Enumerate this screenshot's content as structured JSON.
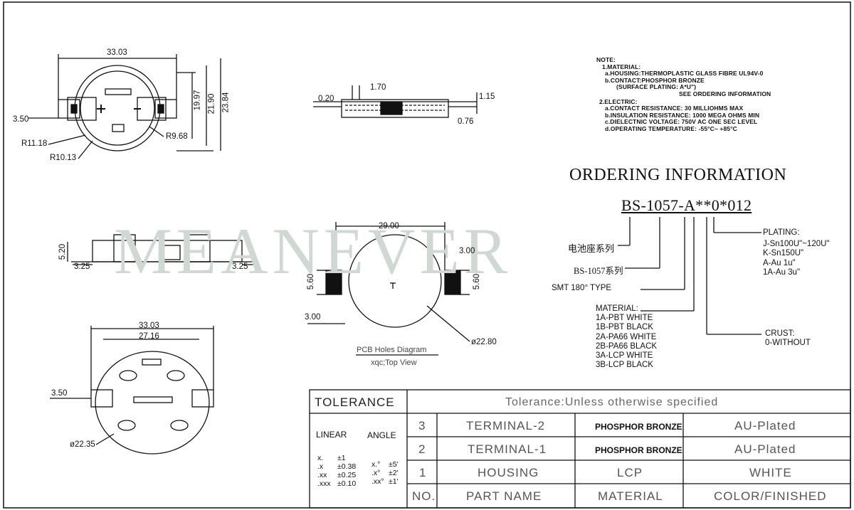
{
  "watermark": "MEANEVER",
  "notes": {
    "heading": "NOTE:",
    "lines": [
      "1.MATERIAL:",
      "a.HOUSING:THERMOPLASTIC GLASS FIBRE UL94V-0",
      "b.CONTACT:PHOSPHOR BRONZE",
      "(SURFACE PLATING: A*U\")",
      "SEE ORDERING INFORMATION",
      "2.ELECTRIC:",
      "a.CONTACT RESISTANCE: 30 MILLIOHMS MAX",
      "b.INSULATION RESISTANCE: 1000 MEGA OHMS MIN",
      "c.DIELECTNIC VOLTAGE: 750V AC ONE SEC LEVEL",
      "d.OPERATING TEMPERATURE: -55°C~ +85°C"
    ]
  },
  "ordering": {
    "title": "ORDERING INFORMATION",
    "code": "BS-1057-A**0*012",
    "series_cn": "电池座系列",
    "series_code": "BS-1057系列",
    "smt": "SMT 180° TYPE",
    "material_heading": "MATERIAL:",
    "materials": [
      "1A-PBT WHITE",
      "1B-PBT BLACK",
      "2A-PA66 WHITE",
      "2B-PA66 BLACK",
      "3A-LCP WHITE",
      "3B-LCP BLACK"
    ],
    "crust_heading": "CRUST:",
    "crust": [
      "0-WITHOUT"
    ],
    "plating_heading": "PLATING:",
    "plating": [
      "J-Sn100U\"~120U\"",
      "K-Sn150U\"",
      "A-Au 1u\"",
      "1A-Au 3u\""
    ]
  },
  "dimensions": {
    "top_view": [
      "33.03",
      "3.50",
      "19.97",
      "21.90",
      "23.84",
      "R11.18",
      "R9.68",
      "R10.13"
    ],
    "side_view": [
      "0.20",
      "1.70",
      "1.15",
      "0.76"
    ],
    "front_view": [
      "5.20",
      "3.25",
      "3.25"
    ],
    "pcb": [
      "29.00",
      "3.00",
      "5.60",
      "5.60",
      "3.00",
      "ø22.80"
    ],
    "bottom_view": [
      "33.03",
      "27.16",
      "3.50",
      "ø22.35"
    ]
  },
  "pcb_caption": "PCB Holes Diagram",
  "pcb_subcaption": "xqc;Top View",
  "tolerance": {
    "label": "TOLERANCE",
    "spec": "Tolerance:Unless otherwise specified",
    "linear_label": "LINEAR",
    "angle_label": "ANGLE",
    "linear_keys": [
      "x.",
      "  .x",
      " .xx",
      ".xxx"
    ],
    "linear_values": [
      "±1",
      "±0.38",
      "±0.25",
      "±0.10"
    ],
    "angle_keys": [
      "x.°",
      ".x°",
      ".xx°"
    ],
    "angle_values": [
      "±5'",
      "±2'",
      "±1'"
    ]
  },
  "parts_table": {
    "headers": [
      "NO.",
      "PART NAME",
      "MATERIAL",
      "COLOR/FINISHED"
    ],
    "rows": [
      [
        "3",
        "TERMINAL-2",
        "PHOSPHOR BRONZE",
        "AU-Plated"
      ],
      [
        "2",
        "TERMINAL-1",
        "PHOSPHOR BRONZE",
        "AU-Plated"
      ],
      [
        "1",
        "HOUSING",
        "LCP",
        "WHITE"
      ]
    ]
  }
}
